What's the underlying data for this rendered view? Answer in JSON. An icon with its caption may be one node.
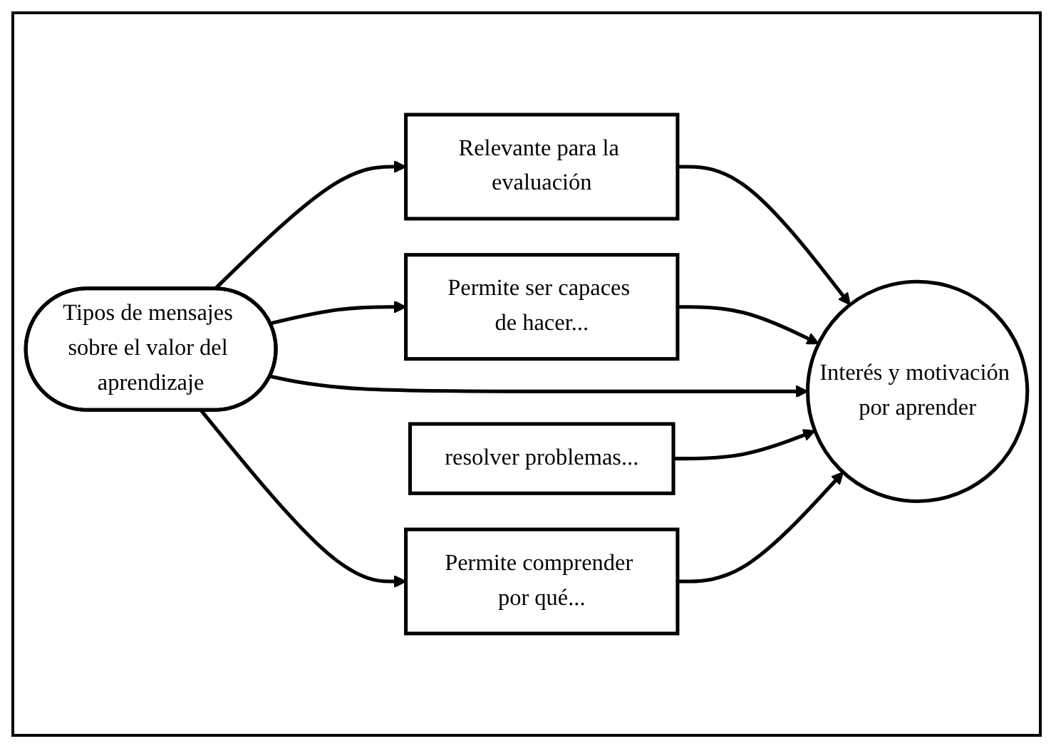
{
  "diagram": {
    "nodes": [
      {
        "text": [
          "Tipos de mensajes sobre el valor del aprendizaje"
        ]
      },
      {
        "text": [
          "Relevante para la evaluación"
        ]
      },
      {
        "text": [
          "Permite ser capaces de hacer..."
        ]
      },
      {
        "text": [
          "resolver problemas..."
        ]
      },
      {
        "text": [
          "Permite comprender por qué..."
        ]
      },
      {
        "text": [
          "Interés y motivación por aprender"
        ]
      }
    ],
    "edges": [
      {
        "from": 0,
        "to": 1,
        "arrow": "to"
      },
      {
        "from": 0,
        "to": 2,
        "arrow": "to"
      },
      {
        "from": 0,
        "to": 4,
        "arrow": "to"
      },
      {
        "from": 1,
        "to": 5,
        "arrow": "to"
      },
      {
        "from": 2,
        "to": 5,
        "arrow": "to"
      },
      {
        "from": 0,
        "to": 5,
        "arrow": "to"
      },
      {
        "from": 3,
        "to": 5,
        "arrow": "to"
      },
      {
        "from": 4,
        "to": 5,
        "arrow": "to"
      }
    ]
  }
}
